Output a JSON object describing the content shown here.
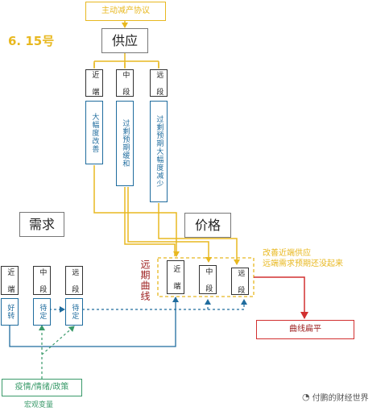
{
  "header": {
    "top_box": "主动减产协议",
    "date_label": "6. 15号"
  },
  "supply": {
    "title": "供应",
    "columns": [
      {
        "label": "近\n端",
        "effect": "大幅度改善"
      },
      {
        "label": "中\n段",
        "effect": "过剩预期缓和"
      },
      {
        "label": "远\n段",
        "effect": "过剩预期大幅度减少"
      }
    ]
  },
  "demand": {
    "title": "需求",
    "columns": [
      {
        "label": "近\n端",
        "effect": "好转"
      },
      {
        "label": "中\n段",
        "effect": "待定"
      },
      {
        "label": "远\n段",
        "effect": "待定"
      }
    ],
    "driver": "疫情/情绪/政策",
    "driver_caption": "宏观变量"
  },
  "price": {
    "title": "价格",
    "curve_label": "远期曲线",
    "columns": [
      {
        "label": "近\n端"
      },
      {
        "label": "中\n段"
      },
      {
        "label": "远\n段"
      }
    ],
    "note_lines": [
      "改善近端供应",
      "远端需求预期还没起来"
    ],
    "result": "曲线扁平"
  },
  "watermark": "付鹏的财经世界",
  "colors": {
    "gold": "#e8b820",
    "blue": "#1f6c9e",
    "teal": "#3a9a6a",
    "dark_red": "#9a1a1a",
    "red": "#d23030"
  }
}
